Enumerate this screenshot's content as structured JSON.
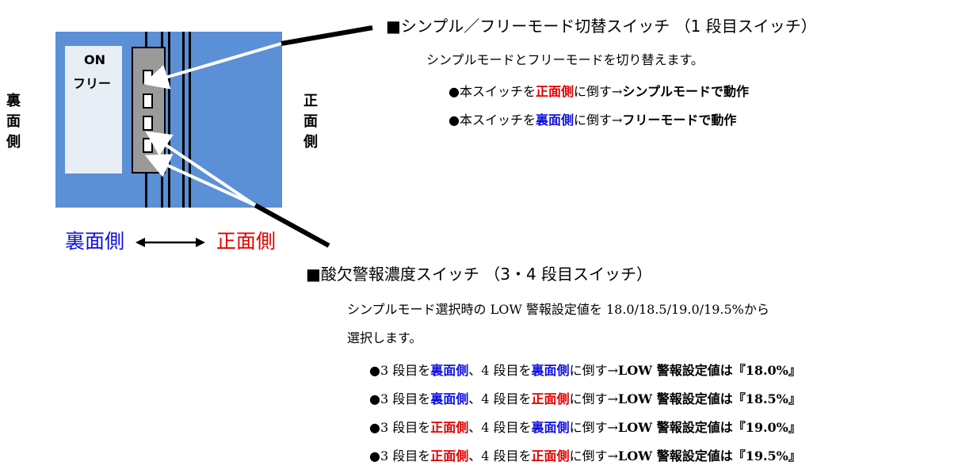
{
  "device": {
    "dip_label_on": "ON",
    "dip_label_free": "フリー",
    "back_side_vertical": [
      "裏",
      "面",
      "側"
    ],
    "front_side_vertical": [
      "正",
      "面",
      "側"
    ],
    "dir_back": "裏面側",
    "dir_front": "正面側",
    "arrow_glyph": "⟷"
  },
  "section1": {
    "heading": "■シンプル／フリーモード切替スイッチ （1 段目スイッチ）",
    "desc": "シンプルモードとフリーモードを切り替えます。",
    "item1": {
      "bullet": "●",
      "pre": "本スイッチを",
      "side": "正面側",
      "mid": "に倒す→",
      "result": "シンプルモードで動作"
    },
    "item2": {
      "bullet": "●",
      "pre": "本スイッチを",
      "side": "裏面側",
      "mid": "に倒す→",
      "result": "フリーモードで動作"
    }
  },
  "section2": {
    "heading": "■酸欠警報濃度スイッチ （3・4 段目スイッチ）",
    "desc1": "シンプルモード選択時の LOW 警報設定値を 18.0/18.5/19.0/19.5%から",
    "desc2": "選択します。",
    "rows": [
      {
        "bullet": "●",
        "a": "3 段目を",
        "s3": "裏面側",
        "b": "、4 段目を",
        "s4": "裏面側",
        "c": "に倒す→",
        "result": "LOW 警報設定値は『18.0%』"
      },
      {
        "bullet": "●",
        "a": "3 段目を",
        "s3": "裏面側",
        "b": "、4 段目を",
        "s4": "正面側",
        "c": "に倒す→",
        "result": "LOW 警報設定値は『18.5%』"
      },
      {
        "bullet": "●",
        "a": "3 段目を",
        "s3": "正面側",
        "b": "、4 段目を",
        "s4": "裏面側",
        "c": "に倒す→",
        "result": "LOW 警報設定値は『19.0%』"
      },
      {
        "bullet": "●",
        "a": "3 段目を",
        "s3": "正面側",
        "b": "、4 段目を",
        "s4": "正面側",
        "c": "に倒す→",
        "result": "LOW 警報設定値は『19.5%』"
      }
    ]
  },
  "colors": {
    "back_side": "#1010e0",
    "front_side": "#e00000",
    "device_blue": "#5b8fd6",
    "switch_gray": "#9a9a9a"
  }
}
